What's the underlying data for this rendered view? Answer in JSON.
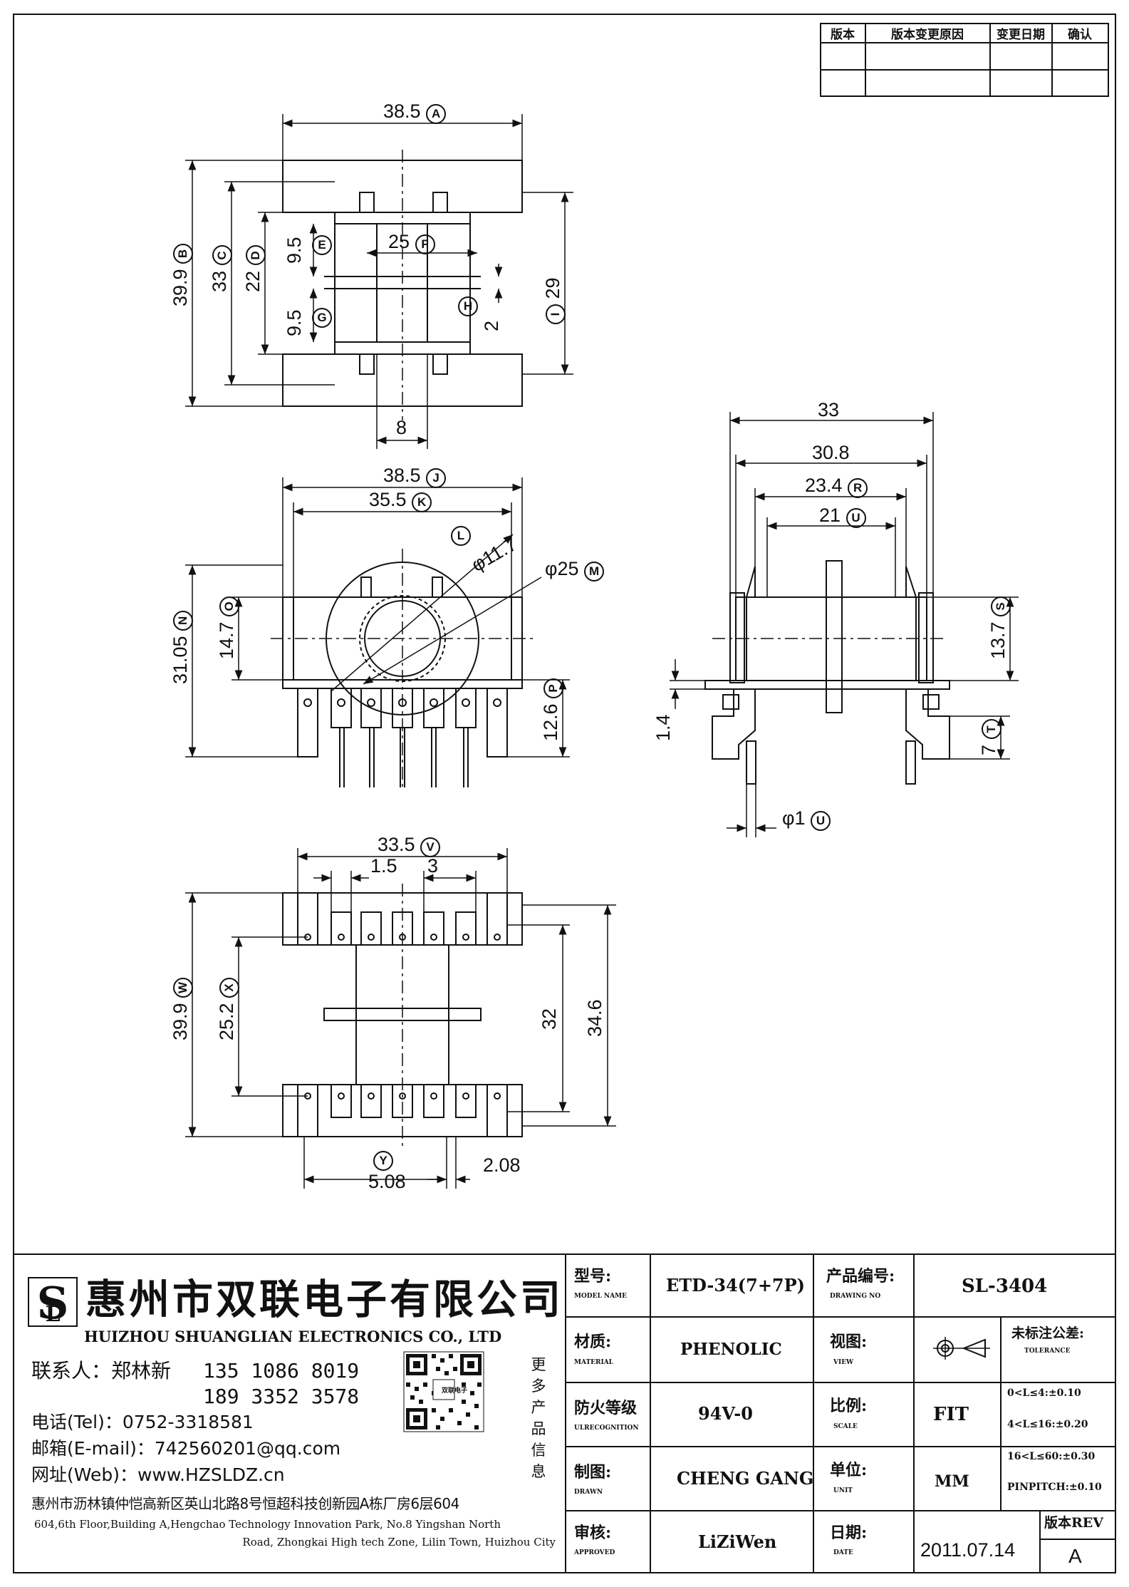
{
  "revision_table": {
    "headers": [
      "版本",
      "版本变更原因",
      "变更日期",
      "确认"
    ]
  },
  "dimensions": {
    "top_width": "38.5",
    "top_width_ref": "A",
    "overall_height": "39.9",
    "overall_height_ref": "B",
    "inner_height": "33",
    "inner_height_ref": "C",
    "slot_height": "22",
    "slot_height_ref": "D",
    "upper_gap": "9.5",
    "upper_gap_ref": "E",
    "pin_spacing": "25",
    "pin_spacing_ref": "F",
    "lower_gap": "9.5",
    "lower_gap_ref": "G",
    "flange": "2",
    "flange_ref": "H",
    "right_height": "29",
    "right_height_ref": "I",
    "center_width": "8",
    "front_width": "38.5",
    "front_width_ref": "J",
    "front_inner": "35.5",
    "front_inner_ref": "K",
    "hole_dia": "φ11.7",
    "hole_dia_ref": "L",
    "outer_dia": "φ25",
    "outer_dia_ref": "M",
    "front_height": "31.05",
    "front_height_ref": "N",
    "center_height": "14.7",
    "center_height_ref": "O",
    "pin_length": "12.6",
    "pin_length_ref": "P",
    "side_width": "33",
    "side_inner": "30.8",
    "side_flange": "23.4",
    "side_flange_ref": "R",
    "side_core": "21",
    "side_core_ref": "U",
    "side_height": "13.7",
    "side_height_ref": "S",
    "base_thickness": "1.4",
    "foot_height": "7",
    "foot_height_ref": "T",
    "pin_dia": "φ1",
    "pin_dia_ref": "U",
    "bottom_width": "33.5",
    "bottom_width_ref": "V",
    "bottom_spacing_a": "1.5",
    "bottom_spacing_b": "3",
    "bottom_height": "39.9",
    "bottom_height_ref": "W",
    "bottom_inner": "25.2",
    "bottom_inner_ref": "X",
    "bottom_32": "32",
    "bottom_34": "34.6",
    "pitch": "5.08",
    "pitch_ref": "Y",
    "pitch_offset": "2.08"
  },
  "company": {
    "name_cn": "惠州市双联电子有限公司",
    "name_en": "HUIZHOU SHUANGLIAN ELECTRONICS CO., LTD",
    "contact_label": "联系人：郑林新",
    "phone1": "135 1086 8019",
    "phone2": "189 3352 3578",
    "tel": "电话(Tel)：0752-3318581",
    "email": "邮箱(E-mail)：742560201@qq.com",
    "web": "网址(Web)：www.HZSLDZ.cn",
    "more_info": [
      "更",
      "多",
      "产",
      "品",
      "信",
      "息"
    ],
    "address_cn": "惠州市沥林镇仲恺高新区英山北路8号恒超科技创新园A栋厂房6层604",
    "address_en_1": "604,6th Floor,Building A,Hengchao Technology Innovation Park, No.8 Yingshan North",
    "address_en_2": "Road, Zhongkai High tech Zone, Lilin Town, Huizhou City",
    "qr_label": "双联电子"
  },
  "title_block": {
    "model_label": "型号:",
    "model_sub": "MODEL NAME",
    "model": "ETD-34(7+7P)",
    "code_label": "产品编号:",
    "code_sub": "DRAWING NO",
    "code": "SL-3404",
    "material_label": "材质:",
    "material_sub": "MATERIAL",
    "material": "PHENOLIC",
    "view_label": "视图:",
    "view_sub": "VIEW",
    "tolerance_label": "未标注公差:",
    "tolerance_sub": "TOLERANCE",
    "tolerances": [
      "0<L≤4:±0.10",
      "4<L≤16:±0.20",
      "16<L≤60:±0.30",
      "PINPITCH:±0.10"
    ],
    "flame_label": "防火等级",
    "flame_sub": "ULRECOGNITION",
    "flame": "94V-0",
    "scale_label": "比例:",
    "scale_sub": "SCALE",
    "scale": "FIT",
    "drawn_label": "制图:",
    "drawn_sub": "DRAWN",
    "drawn": "CHENG GANG",
    "unit_label": "单位:",
    "unit_sub": "UNIT",
    "unit": "MM",
    "approved_label": "审核:",
    "approved_sub": "APPROVED",
    "approved": "LiZiWen",
    "date_label": "日期:",
    "date_sub": "DATE",
    "date": "2011.07.14",
    "rev_label": "版本REV",
    "rev": "A"
  }
}
